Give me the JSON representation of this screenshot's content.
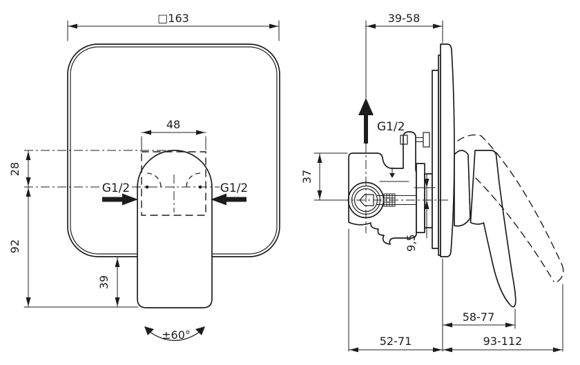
{
  "colors": {
    "line": "#1c1c1c",
    "background": "#ffffff"
  },
  "front_view": {
    "plate_size_label": "□163",
    "handle_width_label": "48",
    "inlet_left_label": "G1/2",
    "inlet_right_label": "G1/2",
    "axis_offset_label": "28",
    "below_axis_label": "92",
    "handle_overhang_label": "39",
    "swing_angle_label": "±60°"
  },
  "side_view": {
    "wall_depth_label": "39-58",
    "outlet_label": "G1/2",
    "body_height_label": "37",
    "axis_offset_label": "9,5",
    "lever_reach_label": "58-77",
    "body_projection_label": "52-71",
    "max_projection_label": "93-112"
  }
}
